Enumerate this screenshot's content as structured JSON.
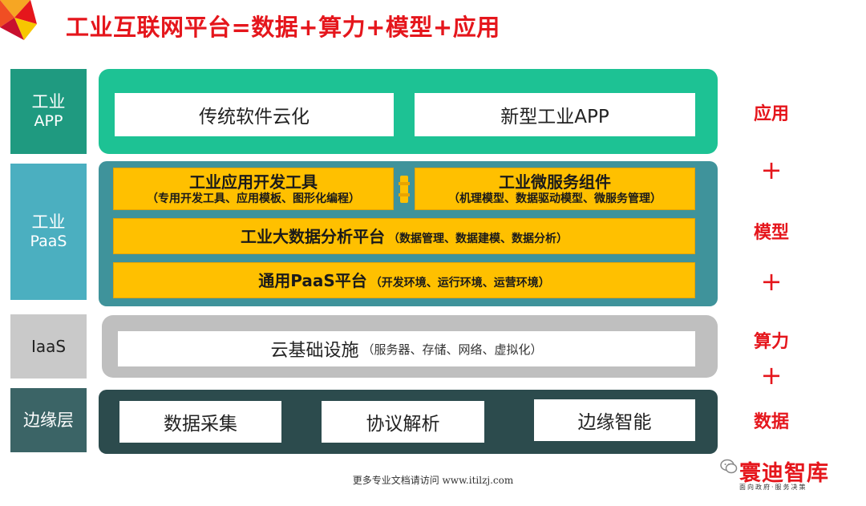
{
  "title": "工业互联网平台=数据+算力+模型+应用",
  "layers": {
    "app": {
      "label_line1": "工业",
      "label_line2": "APP",
      "items": [
        "传统软件云化",
        "新型工业APP"
      ]
    },
    "paas": {
      "label_line1": "工业",
      "label_line2": "PaaS",
      "dev_tools_title": "工业应用开发工具",
      "dev_tools_sub": "（专用开发工具、应用模板、图形化编程）",
      "micro_title": "工业微服务组件",
      "micro_sub": "（机理模型、数据驱动模型、微服务管理）",
      "bigdata_title": "工业大数据分析平台",
      "bigdata_sub": "（数据管理、数据建模、数据分析）",
      "general_title": "通用PaaS平台",
      "general_sub": "（开发环境、运行环境、运营环境）"
    },
    "iaas": {
      "label": "IaaS",
      "main": "云基础设施",
      "note": "（服务器、存储、网络、虚拟化）"
    },
    "edge": {
      "label": "边缘层",
      "items": [
        "数据采集",
        "协议解析",
        "边缘智能"
      ]
    }
  },
  "right": {
    "app": "应用",
    "model": "模型",
    "compute": "算力",
    "data": "数据",
    "plus": "+"
  },
  "footer": "更多专业文档请访问 www.itilzj.com",
  "brand": {
    "name": "寰迪智库",
    "tagline": "面向政府·服务决策"
  },
  "colors": {
    "title_red": "#e5161c",
    "app_green": "#1dc294",
    "paas_teal": "#3f939b",
    "label_teal": "#4bafc0",
    "iaas_gray": "#bfbfbf",
    "edge_dark": "#2c4b4d",
    "box_yellow": "#ffc000"
  }
}
